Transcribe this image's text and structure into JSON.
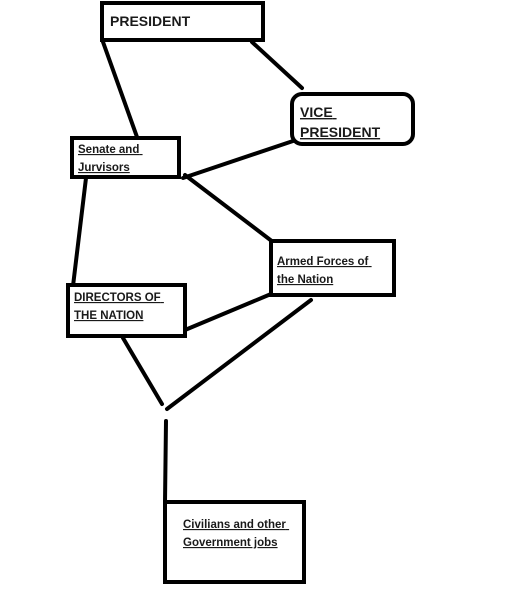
{
  "nodes": {
    "president": {
      "lines": [
        "PRESIDENT"
      ]
    },
    "vice_president": {
      "lines": [
        "VICE",
        "PRESIDENT"
      ]
    },
    "senate": {
      "lines": [
        "Senate and",
        "Jurvisors"
      ]
    },
    "armed_forces": {
      "lines": [
        "Armed Forces of",
        "the Nation"
      ]
    },
    "directors": {
      "lines": [
        "DIRECTORS OF",
        "THE NATION"
      ]
    },
    "civilians": {
      "lines": [
        "Civilians and other",
        "Government jobs"
      ]
    }
  },
  "colors": {
    "stroke": "#000000",
    "text": "#1a1a1a",
    "background": "#ffffff"
  }
}
